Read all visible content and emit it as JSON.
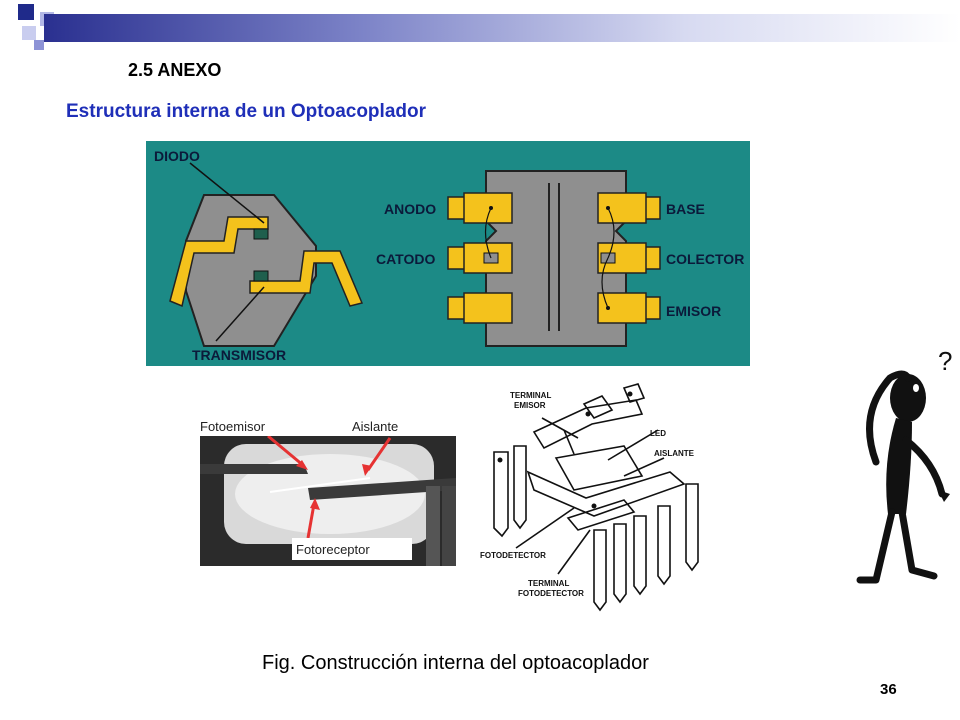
{
  "header": {
    "section_number": "2.5 ANEXO",
    "title": "Estructura interna de un Optoacoplador"
  },
  "top_diagram": {
    "label_diodo": "DIODO",
    "label_transmisor": "TRANSMISOR",
    "pins_left": [
      "ANODO",
      "CATODO"
    ],
    "pins_right": [
      "BASE",
      "COLECTOR",
      "EMISOR"
    ]
  },
  "xray_photo": {
    "label_emitter": "Fotoemisor",
    "label_insulator": "Aislante",
    "label_receiver": "Fotoreceptor"
  },
  "exploded_drawing": {
    "label_terminal_emisor_1": "TERMINAL",
    "label_terminal_emisor_2": "EMISOR",
    "label_led": "LED",
    "label_aislante": "AISLANTE",
    "label_fotodetector": "FOTODETECTOR",
    "label_terminal_fotodetector_1": "TERMINAL",
    "label_terminal_fotodetector_2": "FOTODETECTOR"
  },
  "thinker": {
    "glyph": "?"
  },
  "caption": "Fig. Construcción interna del optoacoplador",
  "page_number": "36",
  "colors": {
    "title_blue": "#1f2fb8",
    "diagram_teal": "#1c8a86",
    "chip_gray": "#8f8f8f",
    "lead_yellow": "#f4c21c"
  }
}
